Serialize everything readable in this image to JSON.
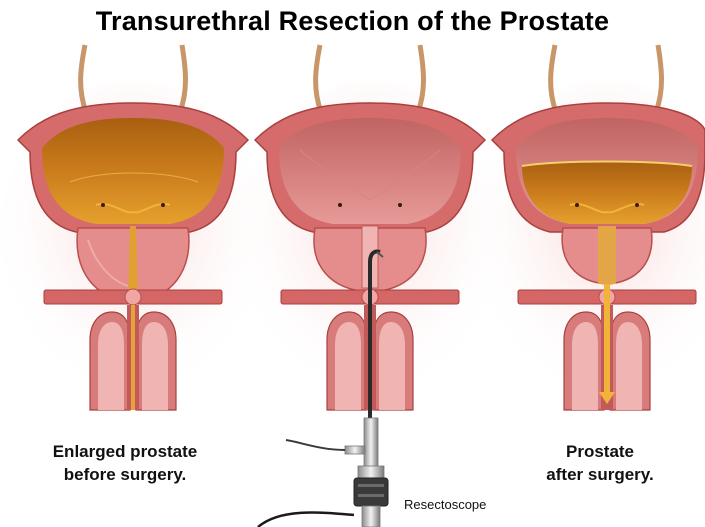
{
  "title": "Transurethral Resection of the Prostate",
  "panels": [
    {
      "id": "before",
      "caption_line1": "Enlarged prostate",
      "caption_line2": "before surgery."
    },
    {
      "id": "during",
      "caption_line1": "",
      "caption_line2": ""
    },
    {
      "id": "after",
      "caption_line1": "Prostate",
      "caption_line2": "after surgery."
    }
  ],
  "instrument_label": "Resectoscope",
  "colors": {
    "tissue": "#e58d8c",
    "tissue_dark": "#b6504f",
    "bladder_wall": "#d56c6b",
    "urine": "#c87818",
    "urine_light": "#f1b33a",
    "ureter": "#c9966a",
    "scope": "#2a2a2a"
  }
}
